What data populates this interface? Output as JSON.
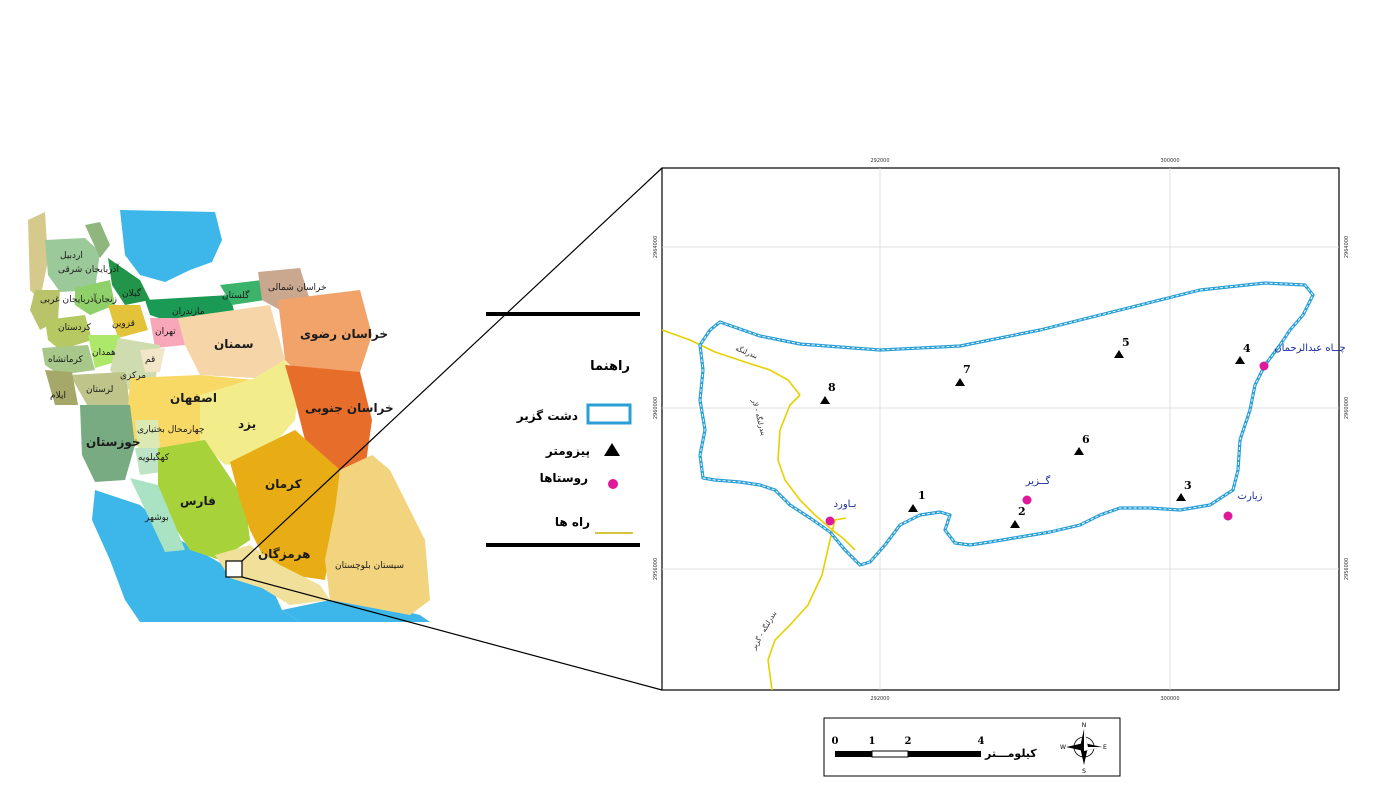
{
  "iran_map": {
    "provinces": [
      {
        "label": "اردبیل"
      },
      {
        "label": "آذربایجان شرقی"
      },
      {
        "label": "آذربایجان غربی"
      },
      {
        "label": "زنجان"
      },
      {
        "label": "گیلان"
      },
      {
        "label": "مازندران"
      },
      {
        "label": "گلستان"
      },
      {
        "label": "خراسان شمالی"
      },
      {
        "label": "خراسان رضوی"
      },
      {
        "label": "کردستان"
      },
      {
        "label": "قزوین"
      },
      {
        "label": "تهران"
      },
      {
        "label": "سمنان"
      },
      {
        "label": "همدان"
      },
      {
        "label": "کرمانشاه"
      },
      {
        "label": "مرکزی"
      },
      {
        "label": "قم"
      },
      {
        "label": "لرستان"
      },
      {
        "label": "ایلام"
      },
      {
        "label": "اصفهان"
      },
      {
        "label": "یزد"
      },
      {
        "label": "خراسان جنوبی"
      },
      {
        "label": "خوزستان"
      },
      {
        "label": "چهارمحال بختیاری"
      },
      {
        "label": "کهگیلویه"
      },
      {
        "label": "فارس"
      },
      {
        "label": "بوشهر"
      },
      {
        "label": "کرمان"
      },
      {
        "label": "هرمزگان"
      },
      {
        "label": "سیستان بلوچستان"
      }
    ],
    "colors": {
      "sea": "#3db6ea",
      "study_box": "#ffffff"
    }
  },
  "study_map": {
    "top_ticks": [
      "292000",
      "300000"
    ],
    "bottom_ticks": [
      "292000",
      "300000"
    ],
    "left_ticks": [
      "2964000",
      "2960000",
      "2956000"
    ],
    "right_ticks": [
      "2964000",
      "2960000",
      "2956000"
    ],
    "piezometers": [
      {
        "label": "1"
      },
      {
        "label": "2"
      },
      {
        "label": "3"
      },
      {
        "label": "4"
      },
      {
        "label": "5"
      },
      {
        "label": "6"
      },
      {
        "label": "7"
      },
      {
        "label": "8"
      }
    ],
    "villages": [
      {
        "label": "بـاورد"
      },
      {
        "label": "گــزیر"
      },
      {
        "label": "زیارت"
      },
      {
        "label": "چــاه عبدالرحمان"
      }
    ],
    "roads": [
      {
        "label": "بندرلنگه"
      },
      {
        "label": "بندرلنگه - لار"
      },
      {
        "label": "بندرلنگه - گزیر"
      }
    ],
    "colors": {
      "boundary": "#2a9fd6",
      "road": "#e8d000",
      "village": "#e0199a",
      "piezometer": "#000000"
    }
  },
  "legend": {
    "title": "راهنما",
    "items": [
      {
        "label": "دشت گزیر"
      },
      {
        "label": "پیزومتر"
      },
      {
        "label": "روستاها"
      },
      {
        "label": "راه ها"
      }
    ]
  },
  "scale_bar": {
    "numbers": [
      "0",
      "1",
      "2",
      "4"
    ],
    "unit": "کیلومـــتر",
    "compass": {
      "n": "N",
      "s": "S",
      "e": "E",
      "w": "W"
    }
  }
}
